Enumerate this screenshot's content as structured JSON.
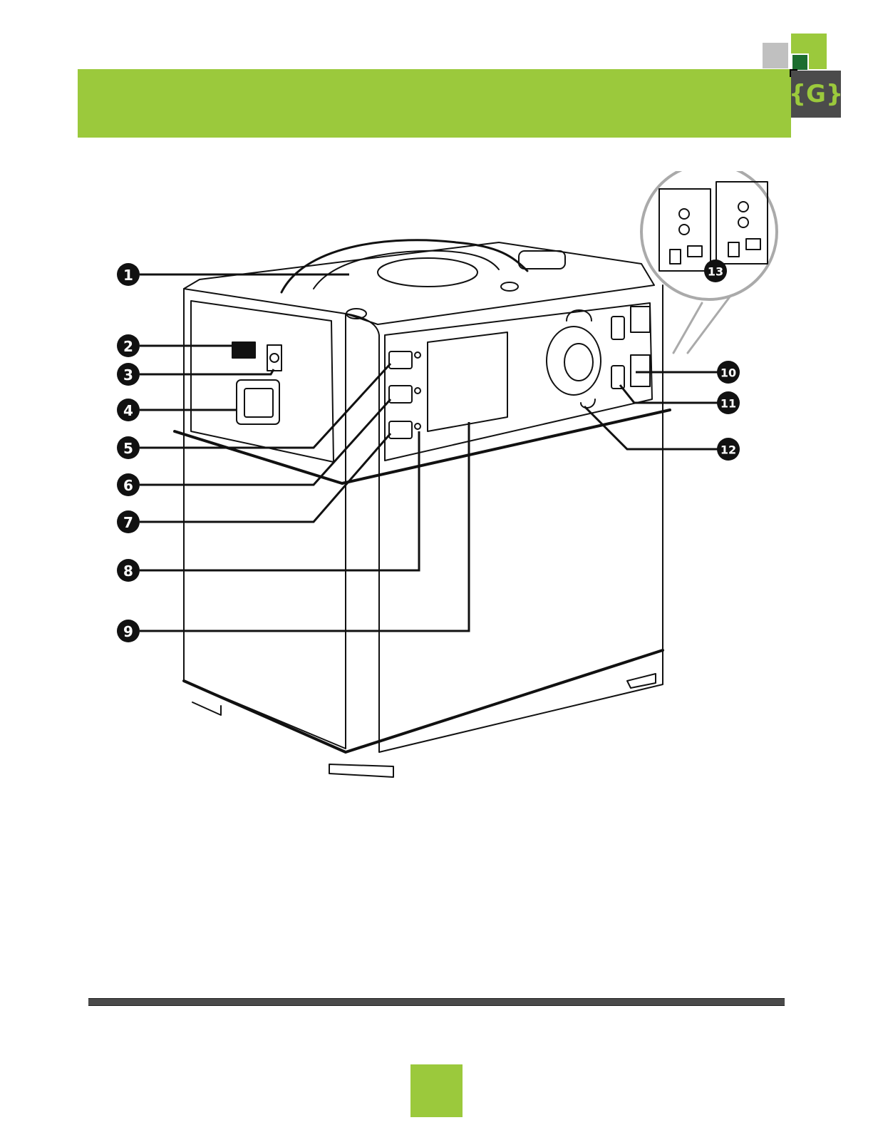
{
  "logo": {
    "text": "{G}"
  },
  "colors": {
    "accent_green": "#9bc93c",
    "dark_green": "#1c6e2f",
    "logo_box": "#4b4b4b",
    "line": "#111111",
    "rule": "#4a4a4a"
  },
  "callouts": [
    "1",
    "2",
    "3",
    "4",
    "5",
    "6",
    "7",
    "8",
    "9",
    "10",
    "11",
    "12",
    "13"
  ]
}
